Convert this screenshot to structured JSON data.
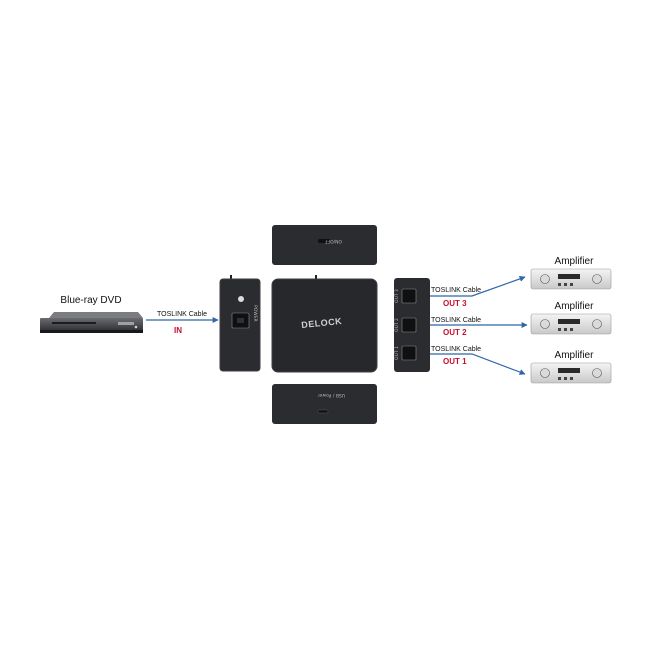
{
  "source": {
    "label": "Blue-ray DVD",
    "cable": "TOSLINK Cable",
    "port": "IN"
  },
  "hub": {
    "logo": "DELOCK",
    "top_switch_label": "ON/OFF",
    "bottom_label": "USB / Power",
    "out_port_labels": [
      "OUT 3",
      "OUT 2",
      "OUT 1"
    ]
  },
  "outputs": [
    {
      "cable": "TOSLINK Cable",
      "port": "OUT 3",
      "device": "Amplifier"
    },
    {
      "cable": "TOSLINK Cable",
      "port": "OUT 2",
      "device": "Amplifier"
    },
    {
      "cable": "TOSLINK Cable",
      "port": "OUT 1",
      "device": "Amplifier"
    }
  ],
  "colors": {
    "arrow": "#2e66a8",
    "port_label": "#c8102e",
    "device": "#1c1d20"
  }
}
